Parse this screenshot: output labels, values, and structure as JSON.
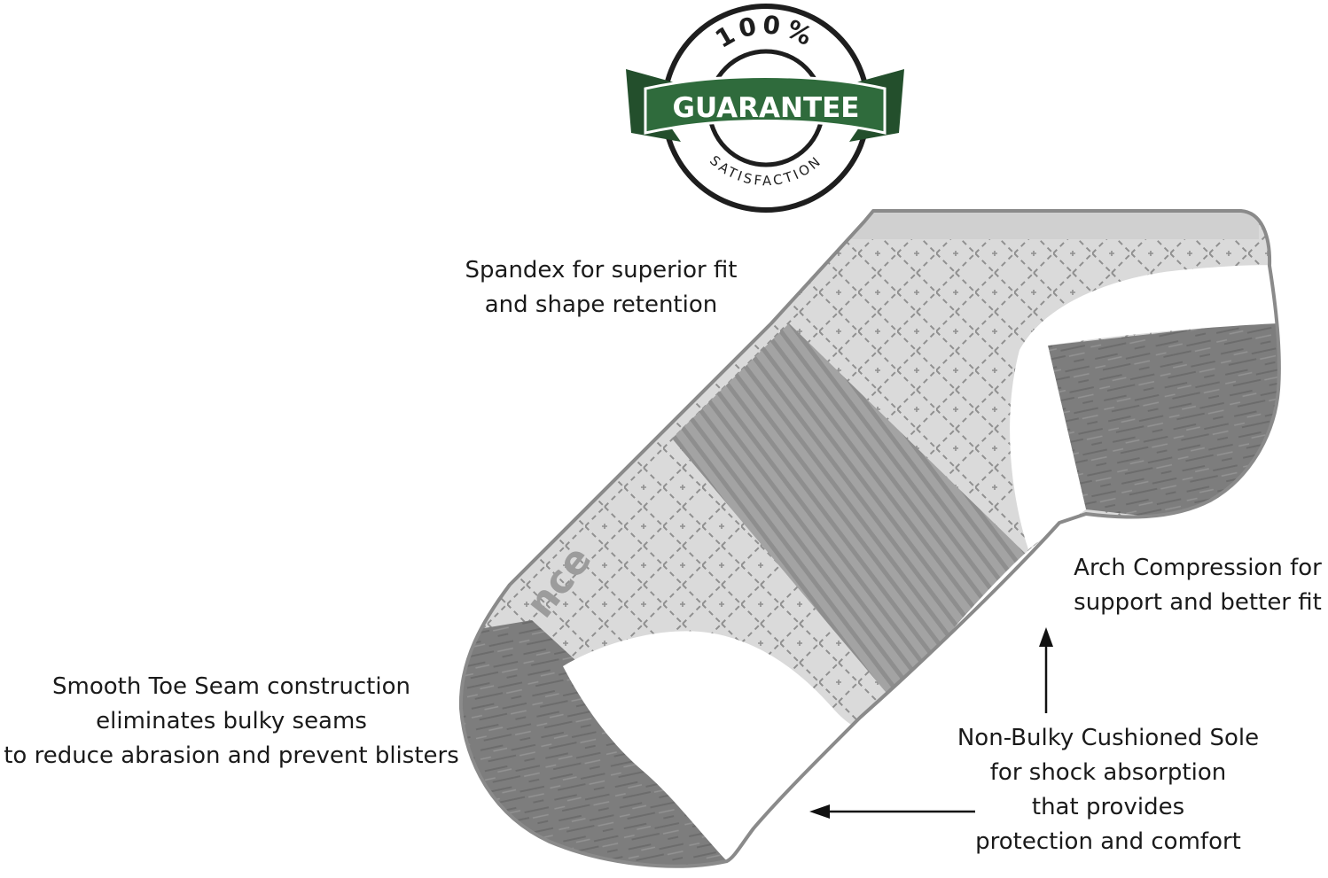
{
  "badge": {
    "top_text": "100%",
    "ribbon_text": "GUARANTEE",
    "bottom_text": "SATISFACTION",
    "ribbon_color": "#2f6b3c",
    "ring_color": "#1e1e1e"
  },
  "sock": {
    "brand_fragment": "nce",
    "colors": {
      "light": "#d9d9d9",
      "mid": "#9a9a9a",
      "dark": "#7d7d7d",
      "outline": "#8a8a8a",
      "pattern": "#8f8f8f"
    }
  },
  "callouts": {
    "spandex": [
      "Spandex for superior fit",
      "and shape retention"
    ],
    "arch": [
      "Arch Compression for",
      "support and better fit"
    ],
    "toe": [
      "Smooth Toe Seam construction",
      "eliminates bulky seams",
      "to reduce abrasion and prevent blisters"
    ],
    "sole": [
      "Non-Bulky Cushioned Sole",
      "for shock absorption",
      "that provides",
      "protection and comfort"
    ]
  }
}
